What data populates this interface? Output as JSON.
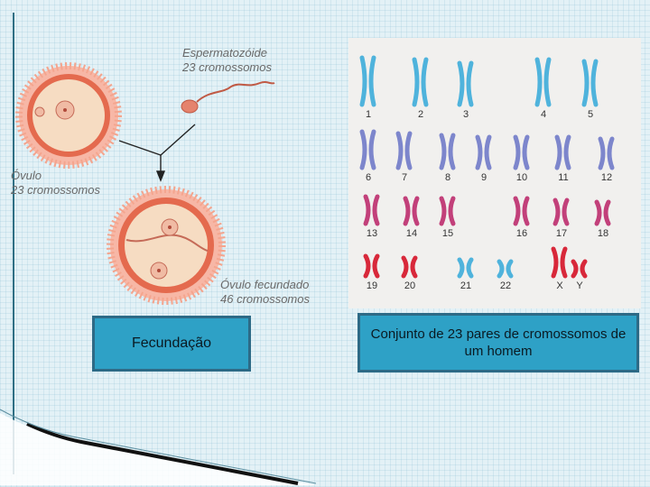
{
  "fertilization": {
    "sperm_title": "Espermatozóide",
    "sperm_count": "23 cromossomos",
    "ovum_title": "Óvulo",
    "ovum_count": "23 cromossomos",
    "fertilized_title": "Óvulo fecundado",
    "fertilized_count": "46 cromossomos"
  },
  "karyotype": {
    "labels": [
      "1",
      "2",
      "3",
      "4",
      "5",
      "6",
      "7",
      "8",
      "9",
      "10",
      "11",
      "12",
      "13",
      "14",
      "15",
      "16",
      "17",
      "18",
      "19",
      "20",
      "21",
      "22",
      "X",
      "Y"
    ],
    "colors": {
      "blue": "#4fb3dc",
      "violet": "#7d86cc",
      "magenta": "#c2407a",
      "red": "#d8283a"
    }
  },
  "captions": {
    "left": "Fecundação",
    "right": "Conjunto de  23 pares de cromossomos de um homem"
  },
  "colors": {
    "background": "#e3f1f6",
    "caption_fill": "#2ea1c6",
    "caption_border": "#2d6a86",
    "egg_membrane": "#f4a58e"
  }
}
